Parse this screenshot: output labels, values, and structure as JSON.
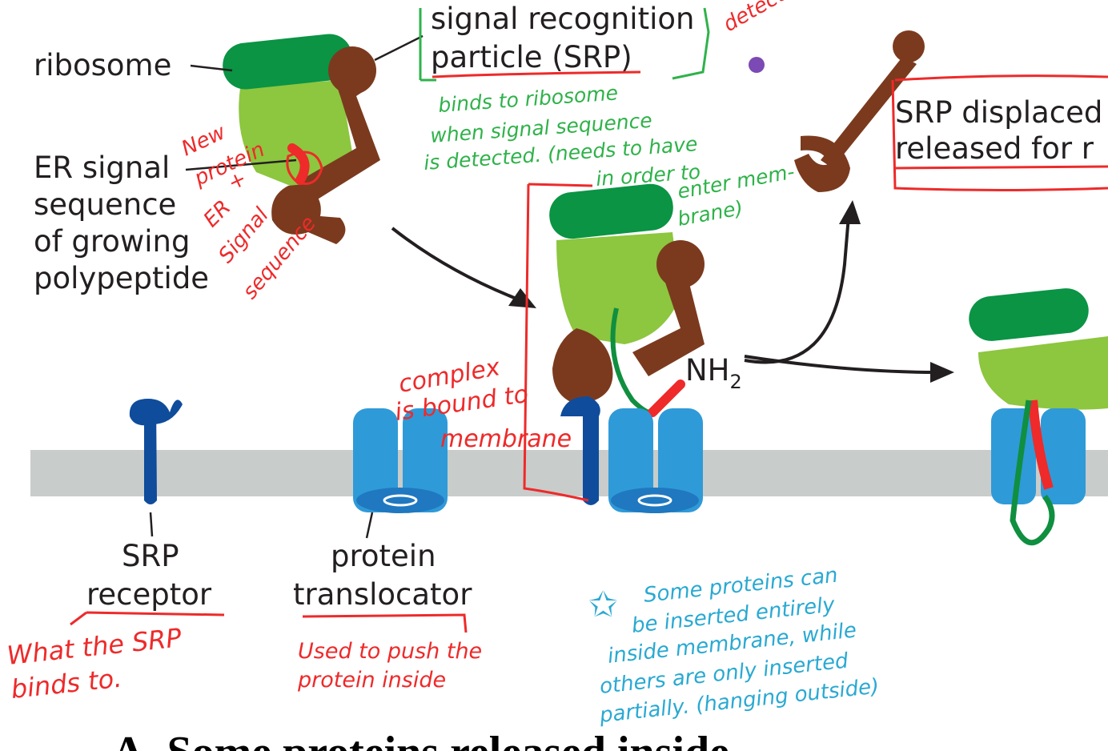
{
  "labels": {
    "ribosome": "ribosome",
    "srp_line1": "signal recognition",
    "srp_line2": "particle (SRP)",
    "er_signal_1": "ER signal",
    "er_signal_2": "sequence",
    "er_signal_3": "of growing",
    "er_signal_4": "polypeptide",
    "srp_displaced_1": "SRP displaced",
    "srp_displaced_2": "released for r",
    "nh2": "NH",
    "nh2_sub": "2",
    "srp_receptor_1": "SRP",
    "srp_receptor_2": "receptor",
    "translocator_1": "protein",
    "translocator_2": "translocator"
  },
  "annotations": {
    "new_protein": [
      "New",
      "protein",
      "+",
      "ER",
      "Signal",
      "sequence"
    ],
    "binds_to_ribosome": [
      "binds to ribosome",
      "when signal sequence",
      "is detected. (needs to have",
      "in order to",
      "enter mem-",
      "brane)"
    ],
    "complex_bound": [
      "complex",
      "is bound to",
      "membrane"
    ],
    "what_srp_binds": [
      "What the SRP",
      "binds to."
    ],
    "used_to_push": [
      "Used to push the",
      "protein inside"
    ],
    "some_proteins": [
      "Some proteins can",
      "be inserted entirely",
      "inside membrane, while",
      "others are only inserted",
      "partially. (hanging outside)"
    ],
    "detect_fragment": "detect"
  },
  "footer_title": "A. Some proteins released inside",
  "colors": {
    "ribosome_dark": "#0a9444",
    "ribosome_light": "#8dc63f",
    "srp_brown": "#7b3a1e",
    "receptor_blue": "#0f4c9c",
    "translocator_blue": "#2f9ad8",
    "membrane_gray": "#c8ccca",
    "annotation_red": "#ee2a2a",
    "annotation_green": "#2fb24a",
    "annotation_blue": "#2aa9d2",
    "dot_purple": "#7b4ab4"
  }
}
